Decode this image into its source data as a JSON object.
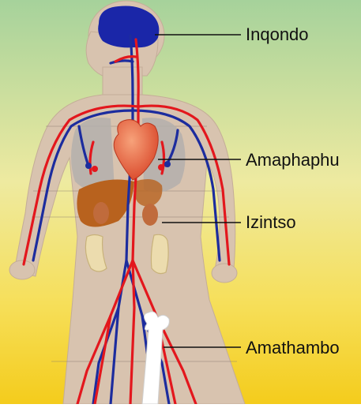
{
  "labels": {
    "brain": "Inqondo",
    "lungs": "Amaphaphu",
    "kidneys": "Izintso",
    "bones": "Amathambo"
  },
  "colors": {
    "background_top": "#a8d39a",
    "background_bottom": "#f4cf1f",
    "body": "#d9c2ad",
    "artery": "#e0161c",
    "vein": "#1a2a9c",
    "heart": "#e8603a",
    "liver": "#b8621e",
    "intestine": "#e9d8a6",
    "bone": "#ffffff"
  }
}
